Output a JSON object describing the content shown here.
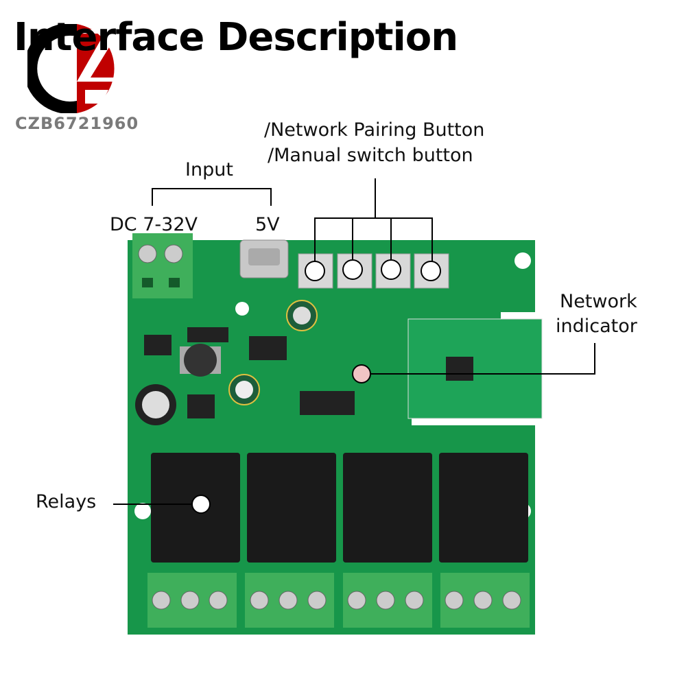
{
  "title": "Interface Description",
  "logo": {
    "text": "CZB6721960"
  },
  "labels": {
    "input": "Input",
    "dc_range": "DC 7-32V",
    "usb_5v": "5V",
    "pairing_button": "/Network Pairing Button",
    "manual_button": "/Manual switch button",
    "network_indicator_line1": "Network",
    "network_indicator_line2": "indicator",
    "relays": "Relays"
  },
  "colors": {
    "pcb": "#17964a",
    "terminal": "#3faf5b",
    "relay": "#1a1a1a",
    "logo_red": "#c00000",
    "indicator": "#f0c4c4"
  }
}
